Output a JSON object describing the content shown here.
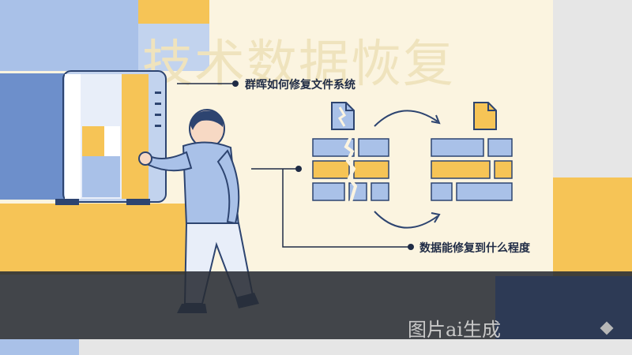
{
  "background": {
    "watermark_text": "技术数据恢复",
    "colors": {
      "cream": "#fbf4e0",
      "blue_light": "#a9c1e8",
      "blue_mid": "#6d8fcb",
      "blue_dark": "#2d4470",
      "yellow": "#f6c456",
      "navy_text": "#1f2b45"
    }
  },
  "callouts": {
    "top": "群晖如何修复文件系统",
    "bottom": "数据能修复到什么程度"
  },
  "footer": {
    "ai_mark": "图片ai生成"
  },
  "icons": [
    "nas-device-icon",
    "broken-file-icon",
    "intact-file-icon",
    "arrow-forward-icon",
    "arrow-back-icon",
    "person-illustration"
  ]
}
